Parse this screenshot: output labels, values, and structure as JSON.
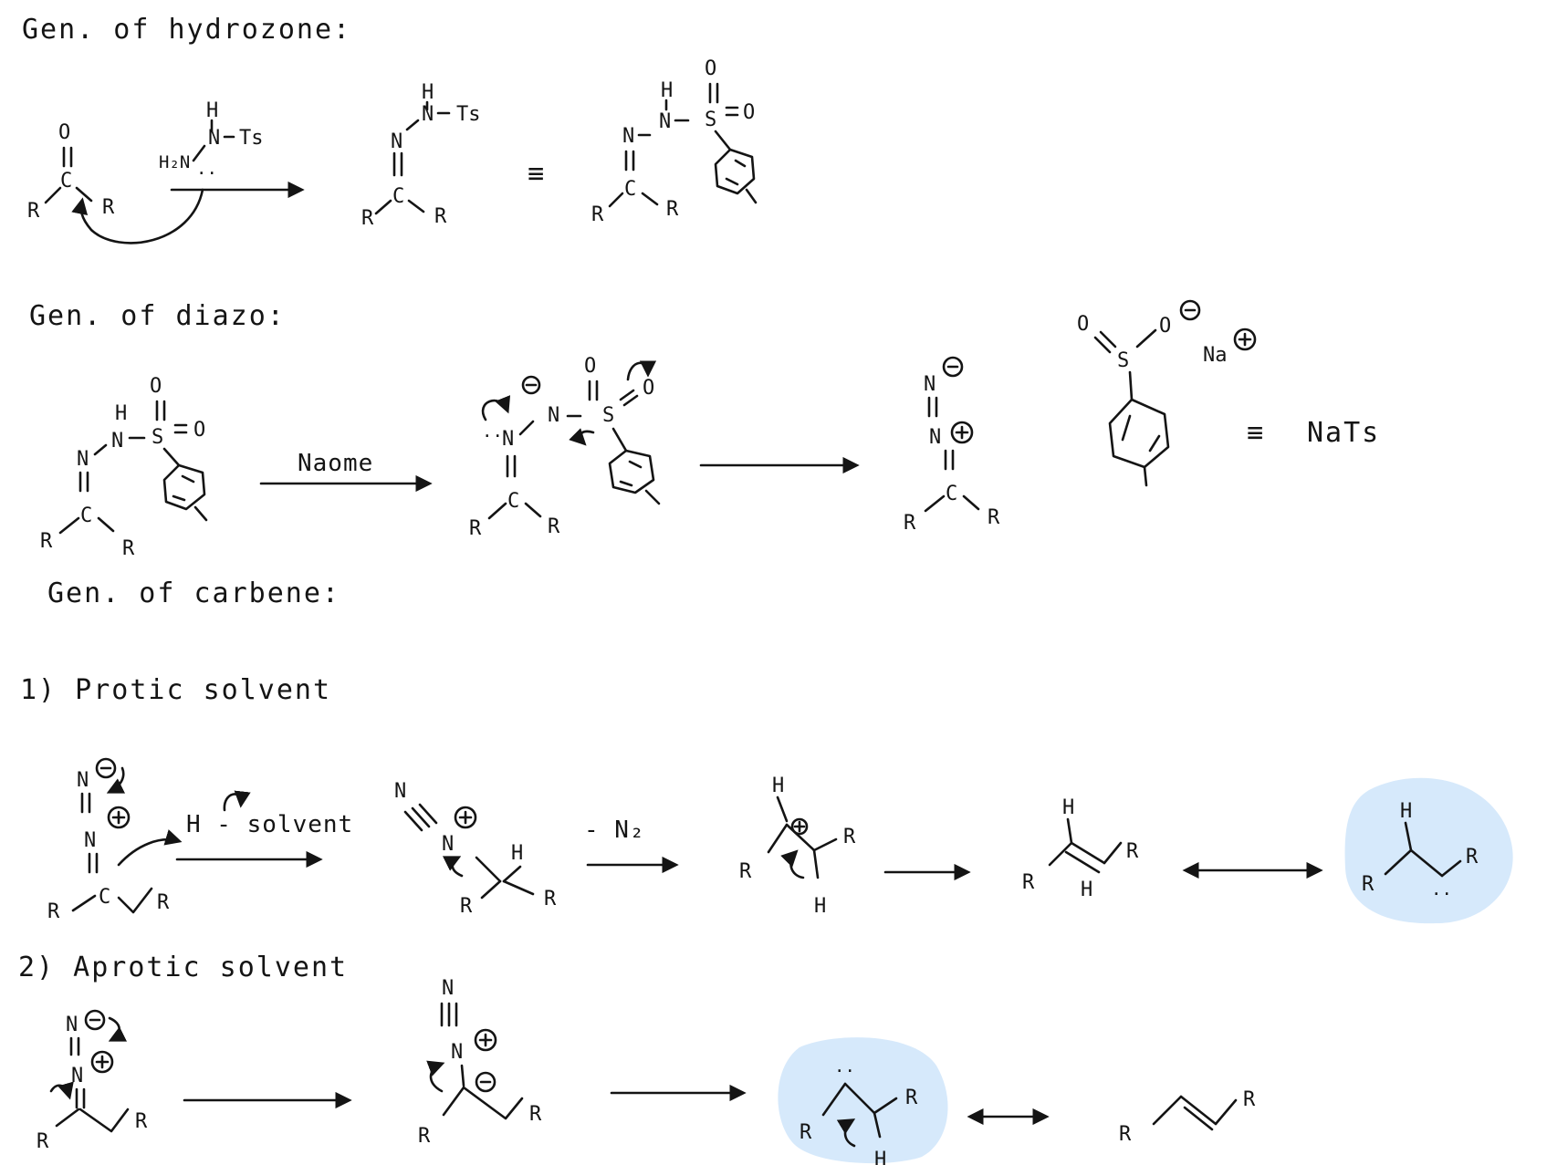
{
  "headings": {
    "hydrazone": "Gen. of hydrozone:",
    "diazo": "Gen. of diazo:",
    "carbene": "Gen. of carbene:",
    "protic": "1) Protic solvent",
    "aprotic": "2) Aprotic solvent"
  },
  "reagents": {
    "naome": "Naome",
    "n2_loss": "- N₂",
    "h_solvent": "H - solvent",
    "nats": "NaTs",
    "equiv": "≡"
  },
  "atoms": {
    "O": "O",
    "C": "C",
    "R": "R",
    "N": "N",
    "H": "H",
    "S": "S",
    "Ts": "Ts",
    "H2N": "H₂N",
    "Na": "Na"
  },
  "charges": {
    "minus": "−",
    "plus": "+",
    "lone_pair": "··"
  },
  "colors": {
    "ink": "#141414",
    "highlight": "#d6e9fb"
  }
}
